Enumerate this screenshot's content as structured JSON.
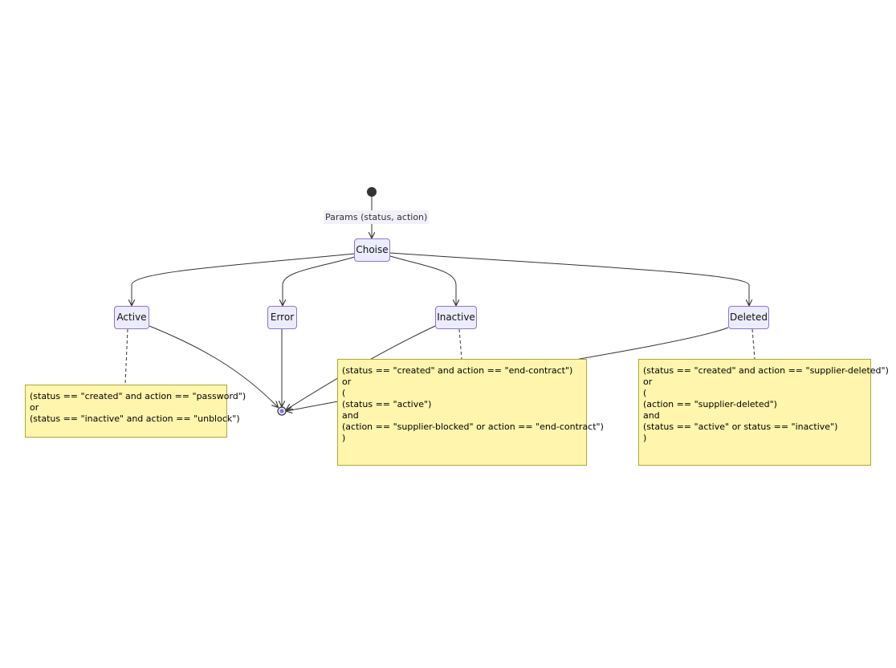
{
  "transition_label": "Params (status, action)",
  "states": {
    "choise": "Choise",
    "active": "Active",
    "error": "Error",
    "inactive": "Inactive",
    "deleted": "Deleted"
  },
  "notes": {
    "active": [
      "(status == \"created\" and action == \"password\")",
      "or",
      "(status == \"inactive\" and action == \"unblock\")"
    ],
    "inactive": [
      "(status == \"created\" and action == \"end-contract\")",
      "or",
      "(",
      "(status == \"active\")",
      "and",
      "(action == \"supplier-blocked\" or action == \"end-contract\")",
      ")"
    ],
    "deleted": [
      "(status == \"created\" and action == \"supplier-deleted\")",
      "or",
      "(",
      "(action == \"supplier-deleted\")",
      "and",
      "(status == \"active\" or status == \"inactive\")",
      ")"
    ]
  },
  "colors": {
    "state_fill": "#ececff",
    "state_border": "#9370db",
    "note_fill": "#fff5ad",
    "note_border": "#aaaa33",
    "edge": "#333333"
  }
}
